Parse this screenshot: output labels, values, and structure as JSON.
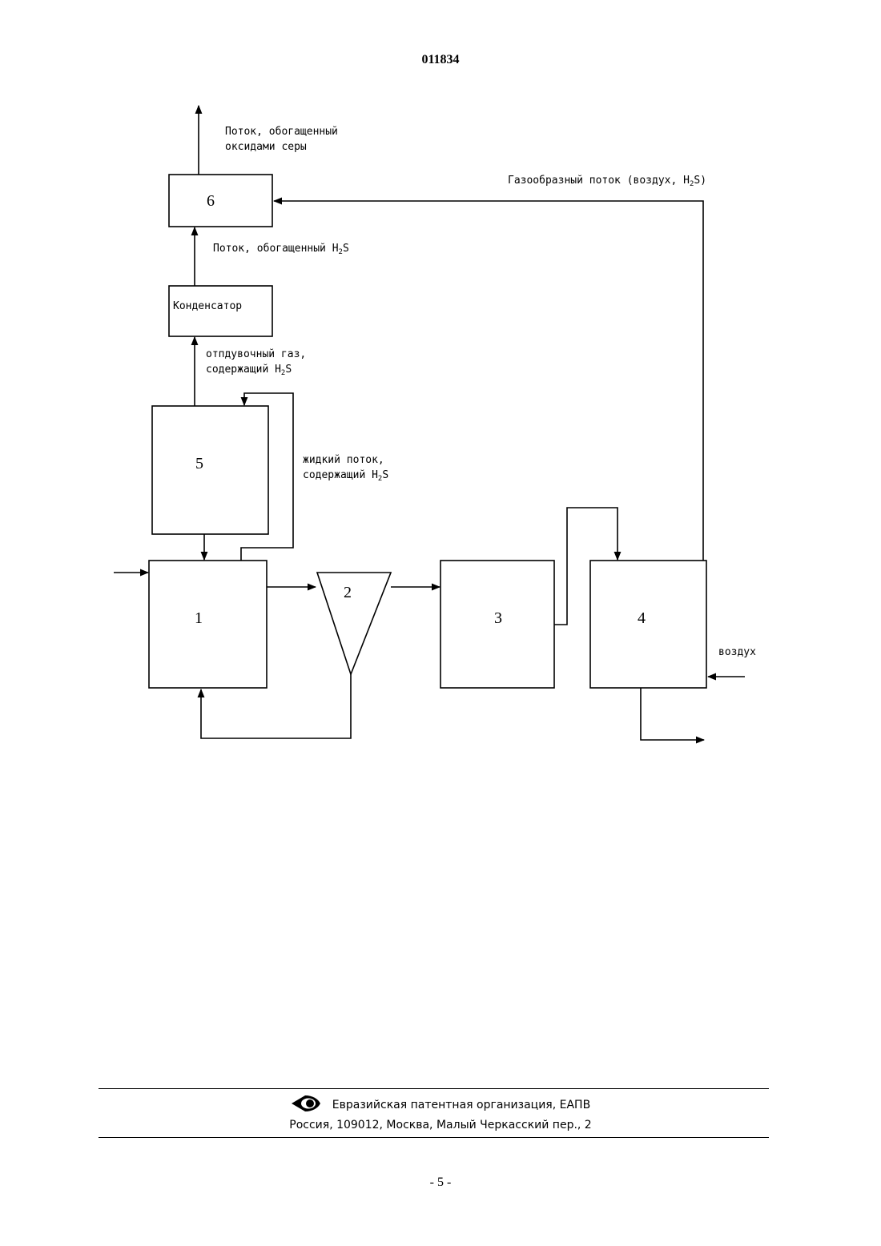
{
  "header": {
    "document_number": "011834"
  },
  "diagram": {
    "units": {
      "u1": "1",
      "u2": "2",
      "u3": "3",
      "u4": "4",
      "u5": "5",
      "u6": "6",
      "condenser": "Конденсатор"
    },
    "labels": {
      "sox_stream_line1": "Поток, обогащенный",
      "sox_stream_line2": "оксидами серы",
      "h2s_enriched_prefix": "Поток, обогащенный H",
      "gas_stream_prefix": "Газообразный поток (воздух, H",
      "gas_stream_suffix": "S)",
      "strip_gas_line1": "отпдувочный газ,",
      "strip_gas_line2_prefix": "содержащий H",
      "liquid_stream_line1": "жидкий поток,",
      "liquid_stream_line2_prefix": "содержащий H",
      "subscript_2": "2",
      "sulfur_S": "S",
      "air": "воздух"
    }
  },
  "footer": {
    "organization": "Евразийская патентная организация, ЕАПВ",
    "address": "Россия, 109012, Москва, Малый Черкасский пер., 2",
    "page_number": "- 5 -"
  }
}
